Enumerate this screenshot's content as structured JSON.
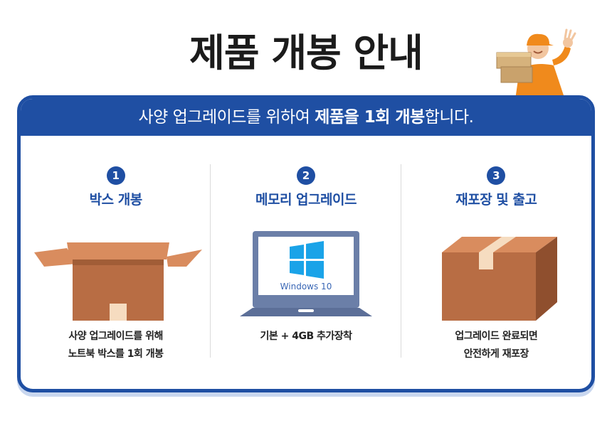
{
  "page": {
    "title": "제품 개봉 안내"
  },
  "banner": {
    "prefix": "사양 업그레이드를 위하여 ",
    "emphasis": "제품을 1회 개봉",
    "suffix": "합니다."
  },
  "steps": [
    {
      "number": "1",
      "title": "박스 개봉",
      "desc_line1": "사양 업그레이드를 위해",
      "desc_line2": "노트북 박스를 1회 개봉",
      "icon": "open-box-icon"
    },
    {
      "number": "2",
      "title": "메모리 업그레이드",
      "desc_line1": "기본 + 4GB 추가장착",
      "desc_line2": "",
      "screen_text": "Windows 10",
      "icon": "laptop-icon"
    },
    {
      "number": "3",
      "title": "재포장 및 출고",
      "desc_line1": "업그레이드 완료되면",
      "desc_line2": "안전하게 재포장",
      "icon": "sealed-box-icon"
    }
  ],
  "colors": {
    "primary": "#1f4fa3",
    "box": "#b86d44",
    "box_light": "#d98c5e",
    "tape": "#f6dcc0",
    "laptop": "#6b7fa8",
    "windows": "#1aa3e8"
  }
}
